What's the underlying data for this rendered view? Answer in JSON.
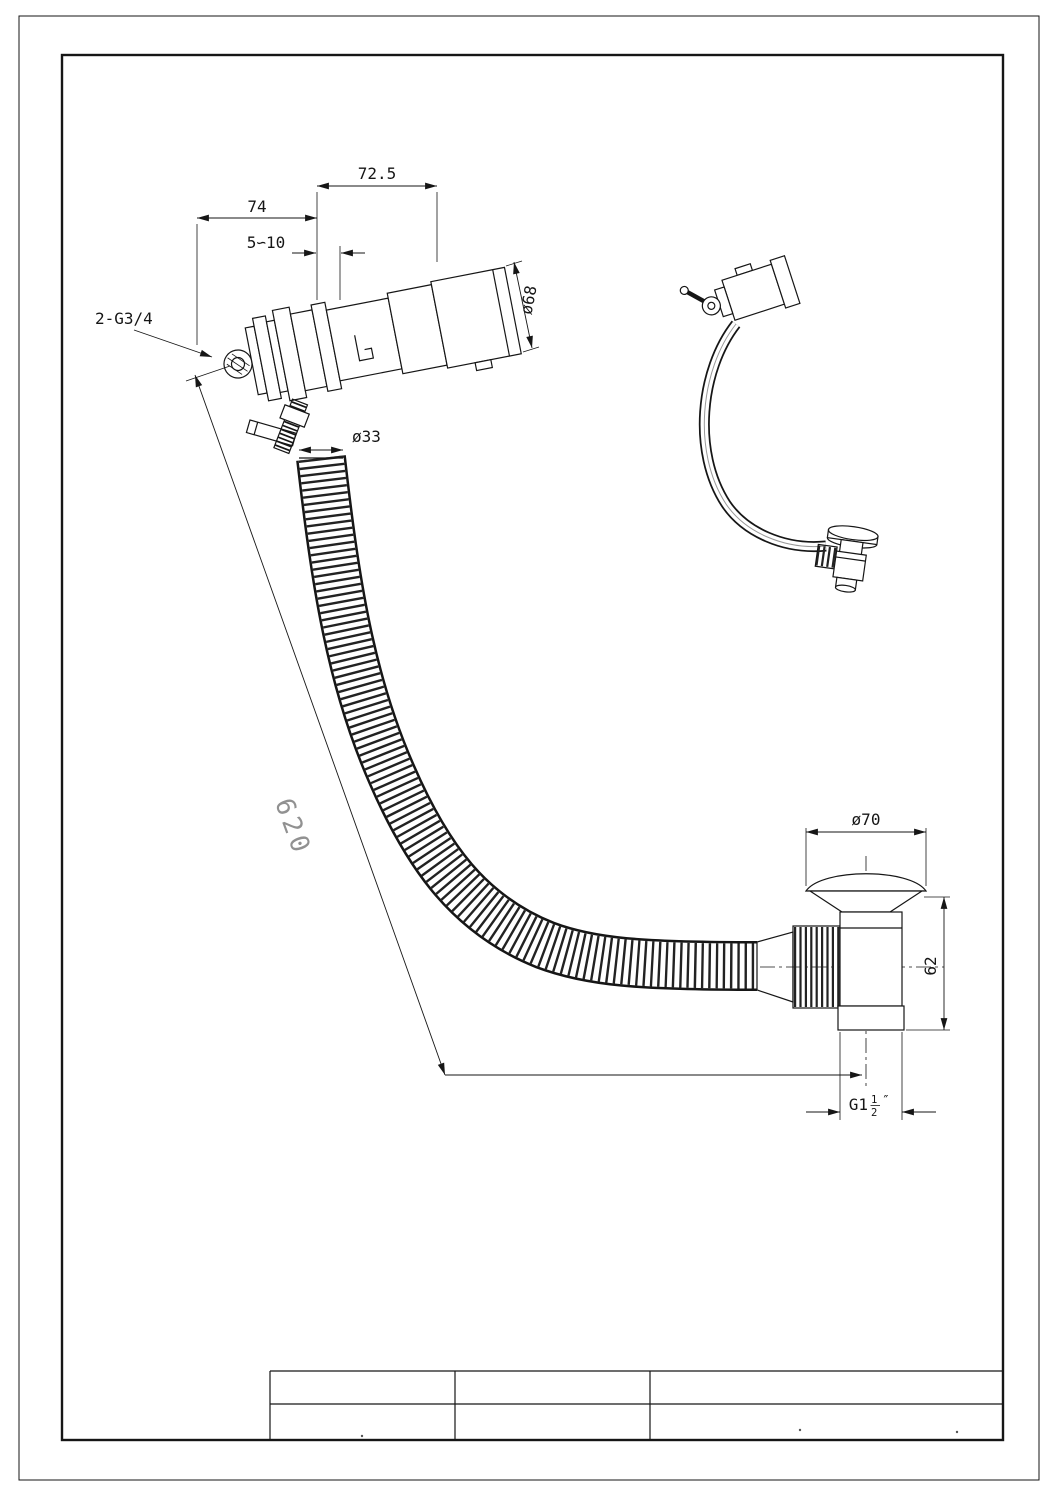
{
  "sheet": {
    "line_color": "#161616",
    "hose_length_label_color": "#919191",
    "background_color": "#ffffff"
  },
  "drawing": {
    "labels": {
      "dim_top_left": "74",
      "dim_top_right": "72.5",
      "dim_gap": "5∽10",
      "overflow_thread": "2-G3/4",
      "knob_diameter": "ø68",
      "hose_diameter": "ø33",
      "hose_length": "620",
      "waste_cap_diameter": "ø70",
      "waste_body_height": "62",
      "waste_thread_prefix": "G1",
      "waste_thread_numerator": "1",
      "waste_thread_denominator": "2",
      "waste_thread_unit": "″"
    }
  }
}
